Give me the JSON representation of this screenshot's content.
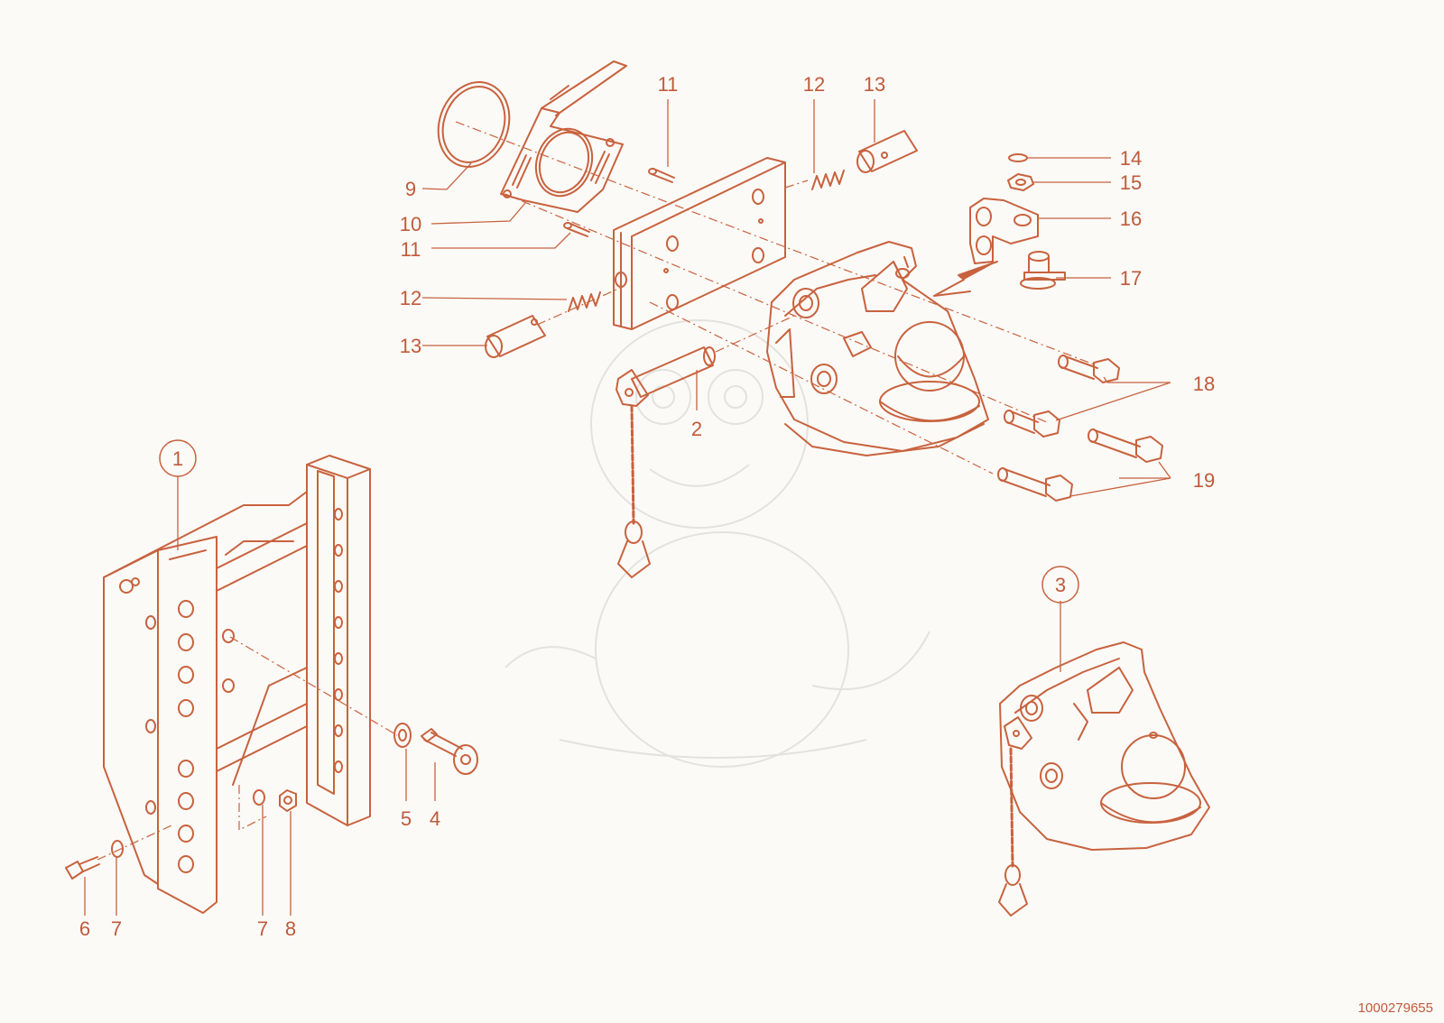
{
  "colors": {
    "line": "#c8623e",
    "label": "#c05a3a",
    "background": "#fbfaf7",
    "watermark": "#e4e2de"
  },
  "labels": {
    "l1": "1",
    "l2": "2",
    "l3": "3",
    "l4": "4",
    "l5": "5",
    "l6": "6",
    "l7a": "7",
    "l7b": "7",
    "l8": "8",
    "l9": "9",
    "l10": "10",
    "l11a": "11",
    "l11b": "11",
    "l12a": "12",
    "l12b": "12",
    "l13a": "13",
    "l13b": "13",
    "l14": "14",
    "l15": "15",
    "l16": "16",
    "l17": "17",
    "l18": "18",
    "l19": "19"
  },
  "part_number": "1000279655"
}
